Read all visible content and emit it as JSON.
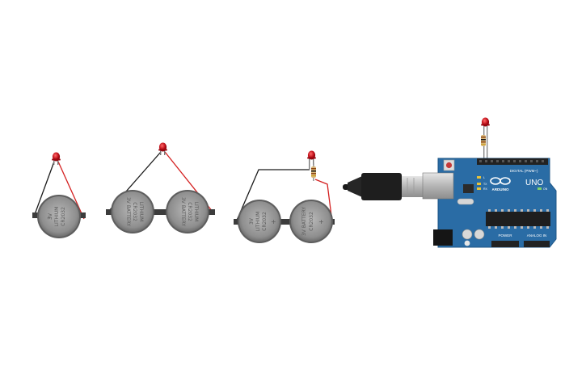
{
  "circuits": [
    {
      "cells": [
        {
          "lines": [
            "3V",
            "LITHIUM",
            "CR2032"
          ]
        }
      ]
    },
    {
      "cells": [
        {
          "lines": [
            "3V BATTERY",
            "CR2032",
            "LITHIUM"
          ]
        },
        {
          "lines": [
            "3V BATTERY",
            "CR2032",
            "LITHIUM"
          ]
        }
      ]
    },
    {
      "cells": [
        {
          "lines": [
            "3V",
            "LITHIUM",
            "CR2032"
          ]
        },
        {
          "lines": [
            "3V BATTERY",
            "CR2032"
          ]
        }
      ]
    }
  ],
  "arduino": {
    "brand": "ARDUINO",
    "model": "UNO",
    "digital_label": "DIGITAL (PWM~)",
    "power_label": "POWER",
    "analog_label": "ANALOG IN",
    "led_labels": [
      "L",
      "TX",
      "RX"
    ],
    "on_label": "ON"
  },
  "colors": {
    "board": "#2a6ca5",
    "wire_red": "#d42020",
    "wire_black": "#1a1a1a",
    "led_red": "#c0101a",
    "cell_body": "#8c8c8c",
    "usb_plug": "#1e1e1e"
  }
}
